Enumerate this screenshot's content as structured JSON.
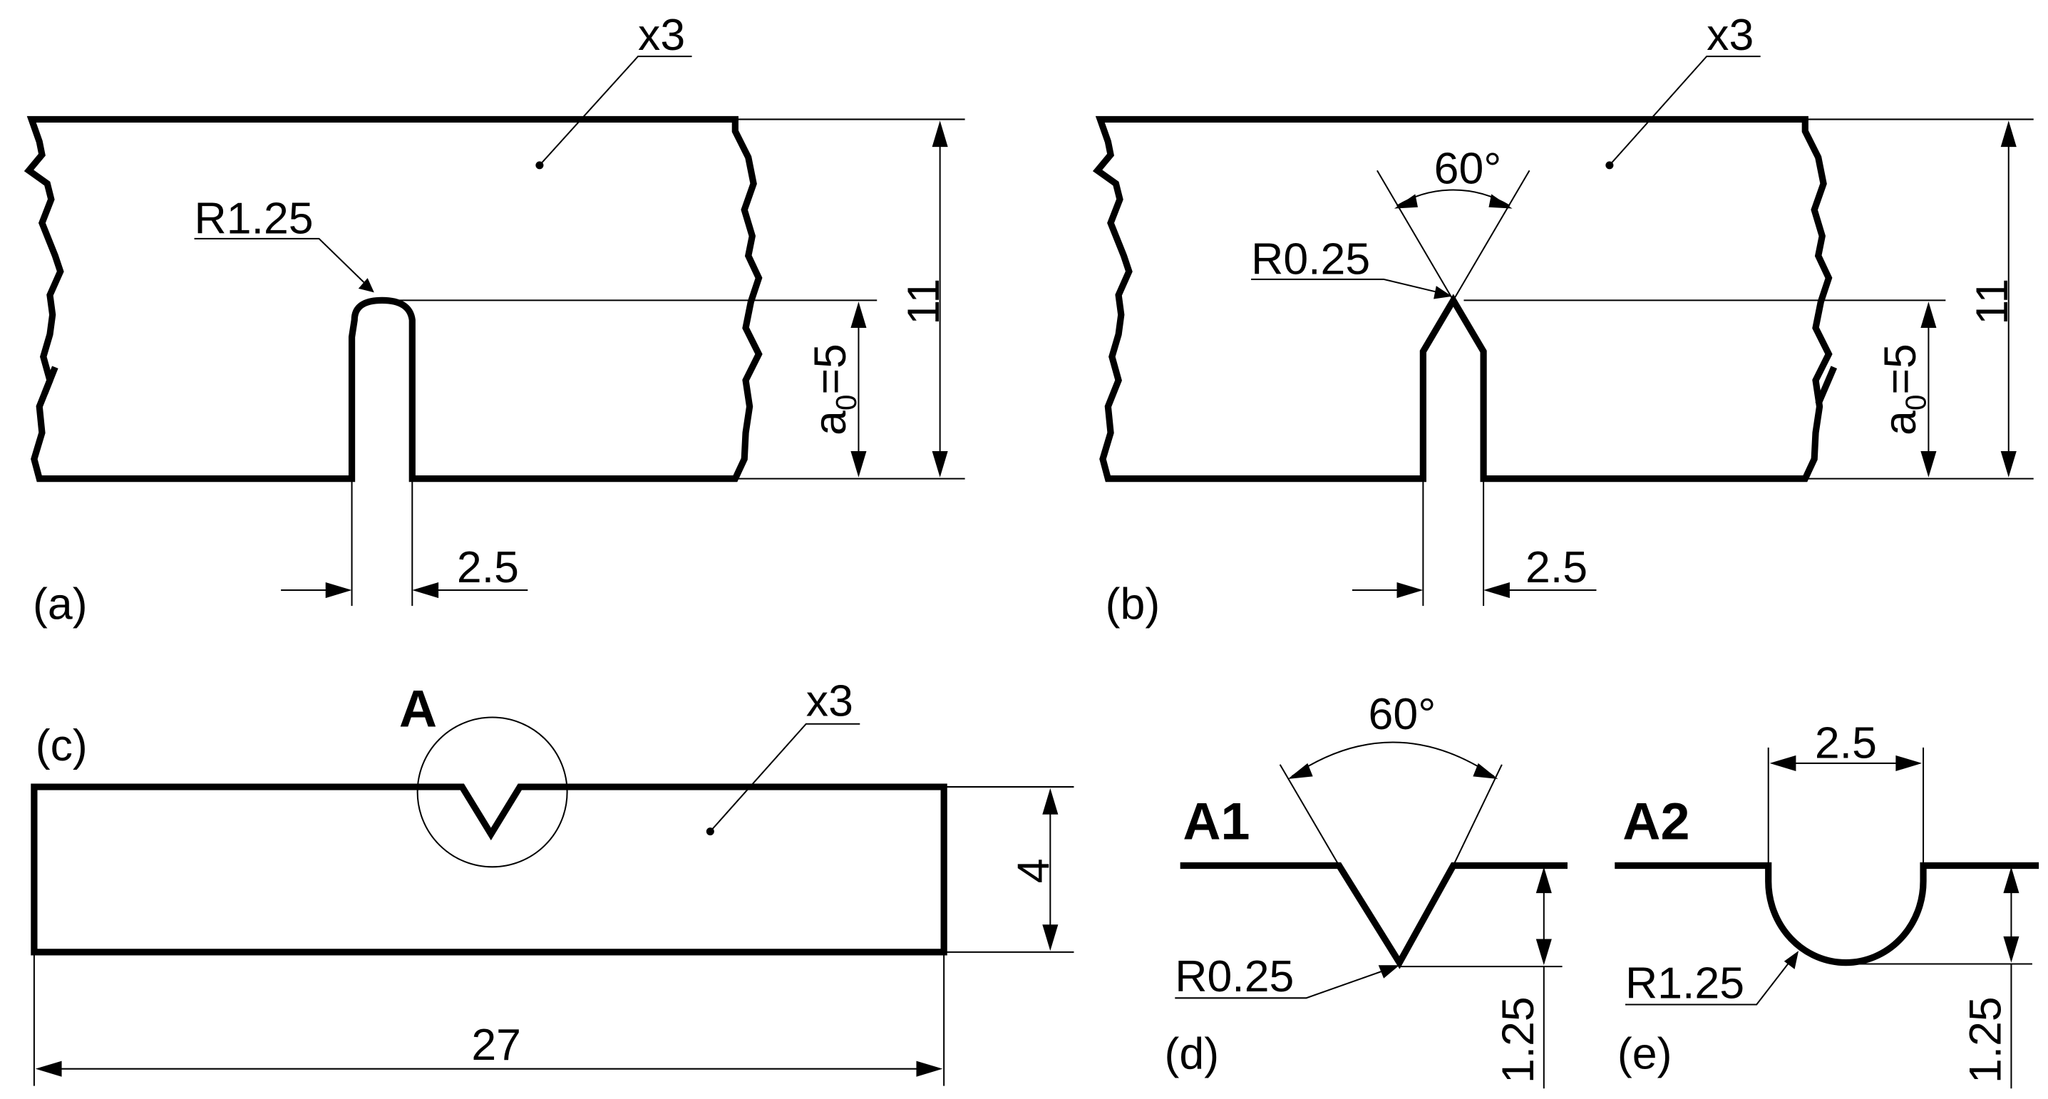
{
  "panels": {
    "a": {
      "tag": "(a)",
      "multiplier": "x3",
      "radius_label": "R1.25",
      "width_label": "2.5",
      "height_label": "11",
      "a0_symbol": "a",
      "a0_subscript": "0",
      "a0_value": "=5"
    },
    "b": {
      "tag": "(b)",
      "multiplier": "x3",
      "angle_label": "60°",
      "radius_label": "R0.25",
      "width_label": "2.5",
      "height_label": "11",
      "a0_symbol": "a",
      "a0_subscript": "0",
      "a0_value": "=5"
    },
    "c": {
      "tag": "(c)",
      "detail_label": "A",
      "multiplier": "x3",
      "height_label": "4",
      "length_label": "27"
    },
    "d": {
      "tag": "(d)",
      "detail_label": "A1",
      "angle_label": "60°",
      "radius_label": "R0.25",
      "depth_label": "1.25"
    },
    "e": {
      "tag": "(e)",
      "detail_label": "A2",
      "width_label": "2.5",
      "radius_label": "R1.25",
      "depth_label": "1.25"
    }
  }
}
